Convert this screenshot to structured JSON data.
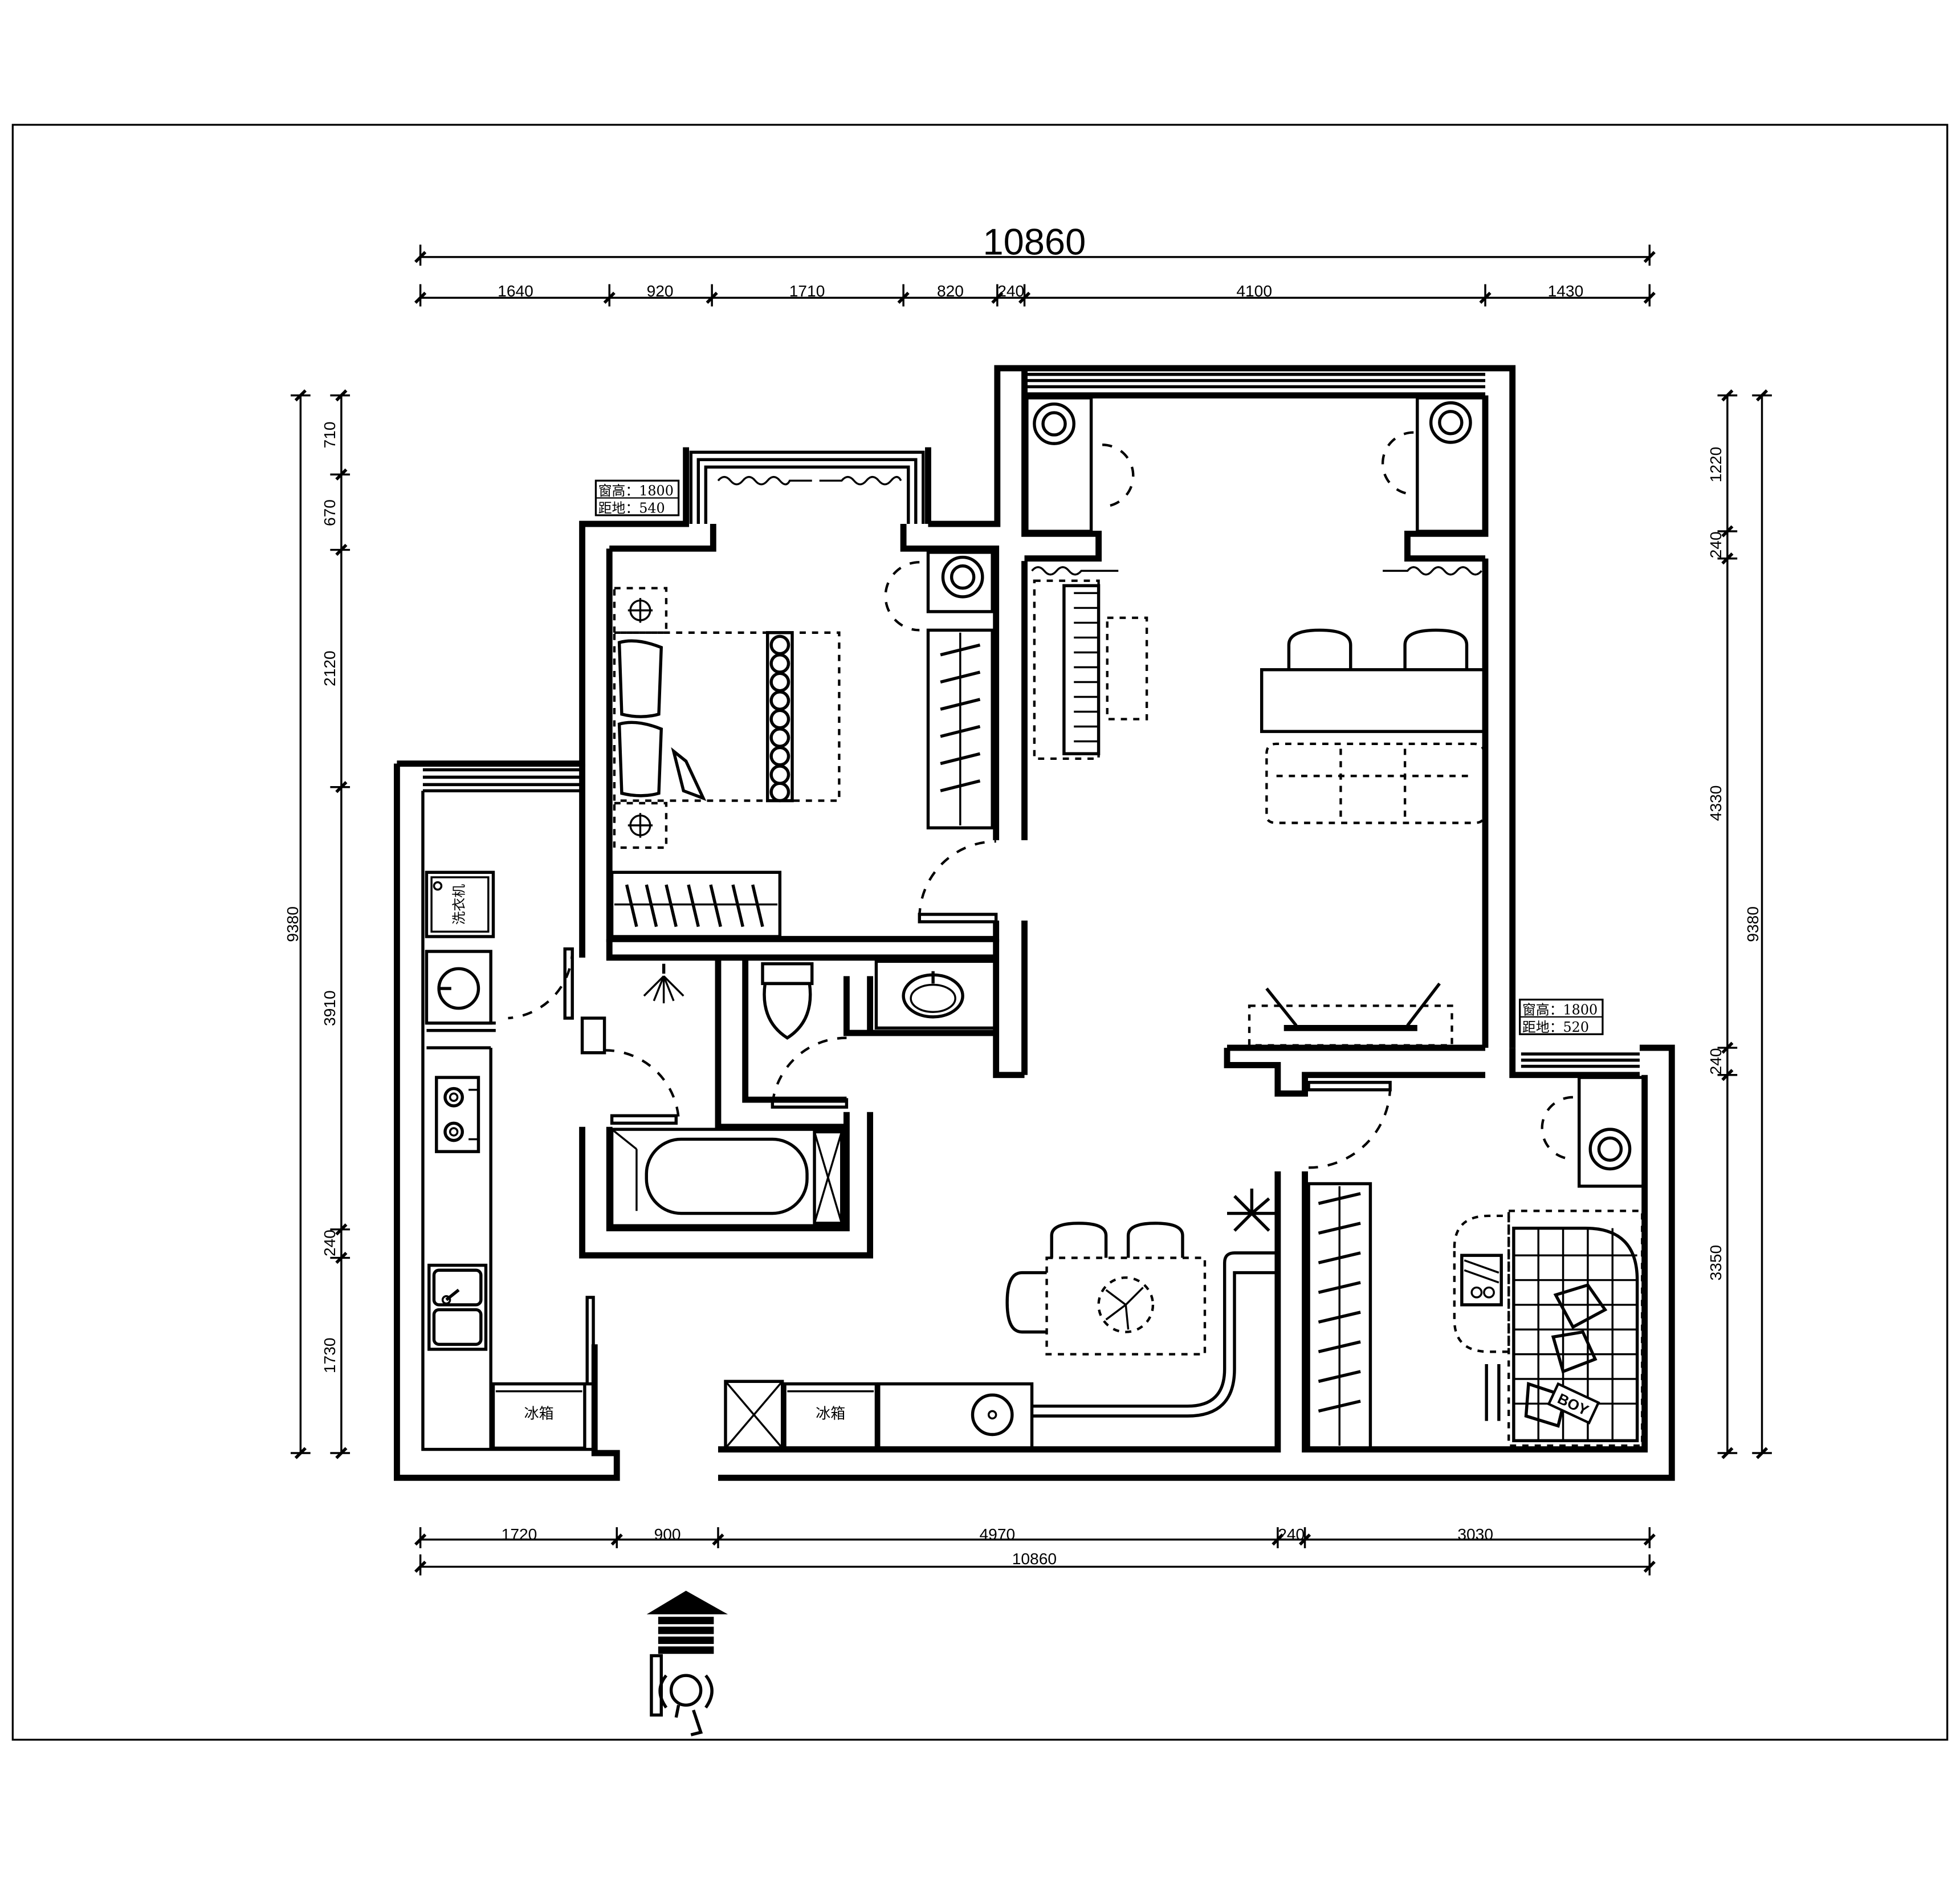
{
  "dimensions": {
    "top_total": "10860",
    "top_segments": [
      "1640",
      "920",
      "1710",
      "820",
      "240",
      "4100",
      "1430"
    ],
    "bottom_segments": [
      "1720",
      "900",
      "4970",
      "240",
      "3030"
    ],
    "bottom_total": "10860",
    "left_total": "9380",
    "left_segments": [
      "710",
      "670",
      "2120",
      "3910",
      "240",
      "1730"
    ],
    "right_total": "9380",
    "right_segments": [
      "1220",
      "240",
      "4330",
      "240",
      "3350"
    ]
  },
  "window_notes": {
    "bedroom_height": "窗高：1800",
    "bedroom_sill": "距地：540",
    "study_height": "窗高：1800",
    "study_sill": "距地：520"
  },
  "appliance_labels": {
    "washing_machine": "洗衣机",
    "fridge_kitchen": "冰箱",
    "fridge_dining": "冰箱"
  },
  "decor_text": {
    "pillow": "BOY"
  }
}
